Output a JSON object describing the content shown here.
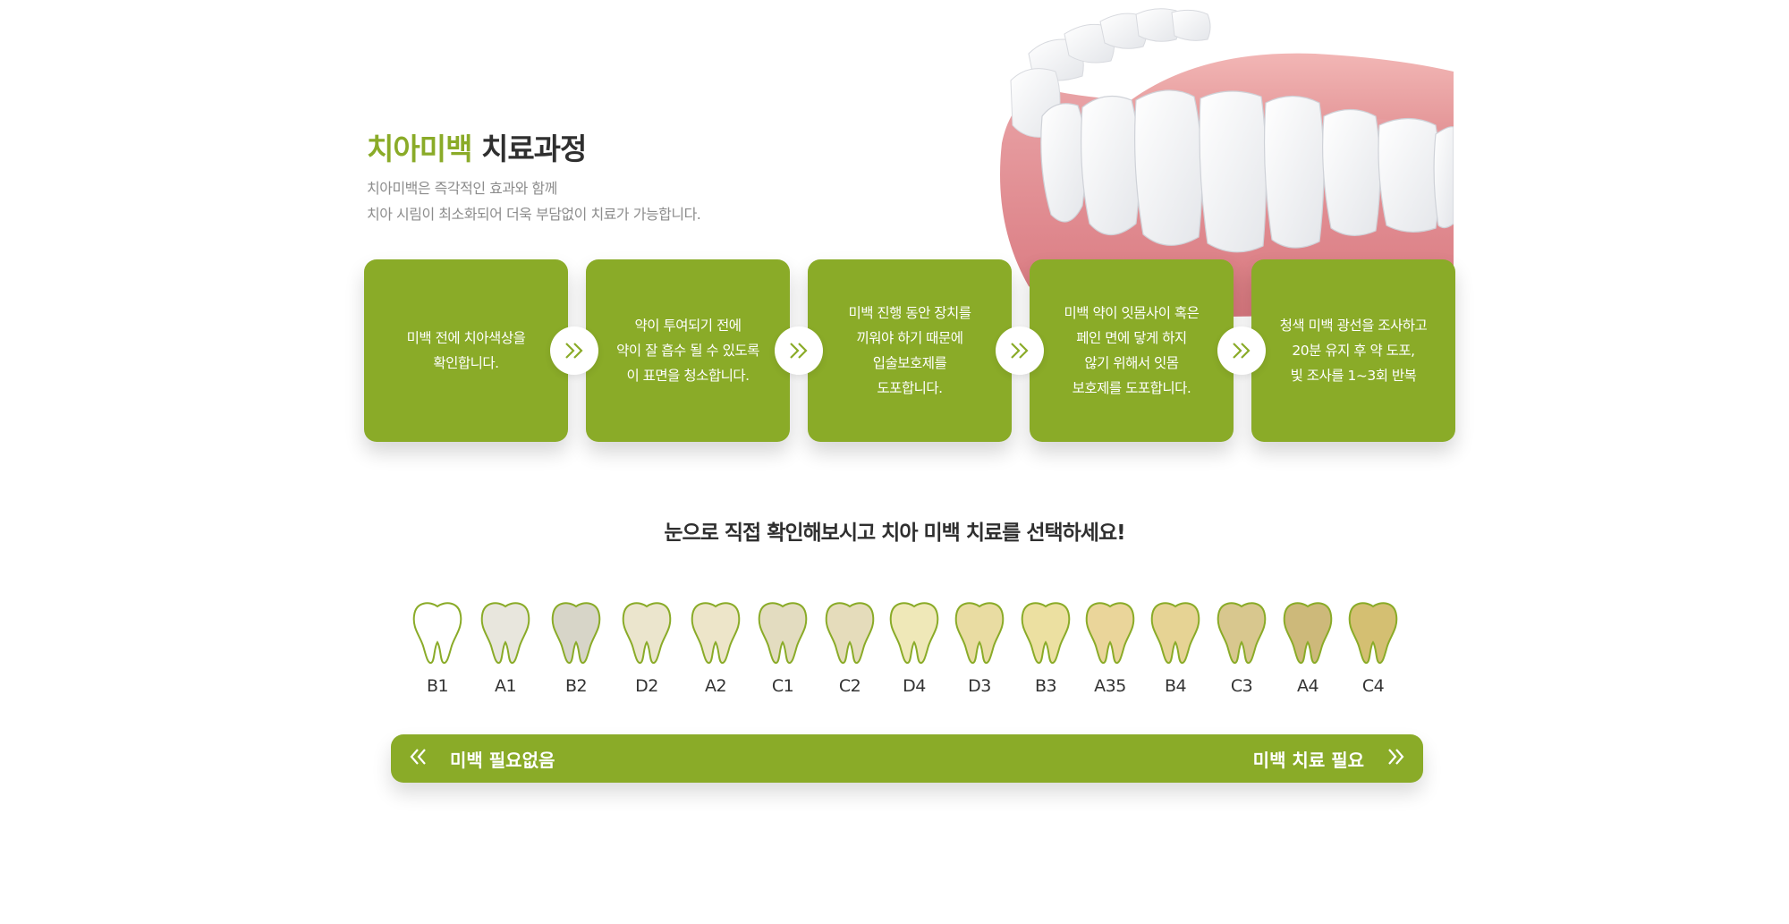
{
  "header": {
    "title_accent": "치아미백",
    "title_rest": "치료과정",
    "description_line1": "치아미백은 즉각적인 효과와 함께",
    "description_line2": "치아 시림이 최소화되어 더욱 부담없이 치료가 가능합니다."
  },
  "illustration": {
    "icon": "teeth-model-illustration"
  },
  "steps": [
    {
      "text": "미백 전에 치아색상을\n확인합니다."
    },
    {
      "text": "약이 투여되기 전에\n약이 잘 흡수 될 수 있도록\n이 표면을 청소합니다."
    },
    {
      "text": "미백 진행 동안 장치를\n끼워야 하기 때문에\n입술보호제를\n도포합니다."
    },
    {
      "text": "미백 약이 잇몸사이 혹은\n페인 면에 닿게 하지\n않기 위해서 잇몸\n보호제를 도포합니다."
    },
    {
      "text": "청색 미백 광선을 조사하고\n20분 유지 후 약 도포,\n빛 조사를 1~3회 반복"
    }
  ],
  "step_arrow_icon": "double-chevron-right-icon",
  "subheading": "눈으로 직접 확인해보시고 치아 미백 치료를 선택하세요!",
  "shades": [
    {
      "label": "B1",
      "color": "#ffffff"
    },
    {
      "label": "A1",
      "color": "#e8e6dd"
    },
    {
      "label": "B2",
      "color": "#d7d5c8"
    },
    {
      "label": "D2",
      "color": "#ebe5cd"
    },
    {
      "label": "A2",
      "color": "#ede5c9"
    },
    {
      "label": "C1",
      "color": "#e3dcc0"
    },
    {
      "label": "C2",
      "color": "#e5dcbb"
    },
    {
      "label": "D4",
      "color": "#efe8b8"
    },
    {
      "label": "D3",
      "color": "#e9dca2"
    },
    {
      "label": "B3",
      "color": "#ece0a1"
    },
    {
      "label": "A35",
      "color": "#ead59a"
    },
    {
      "label": "B4",
      "color": "#e6d394"
    },
    {
      "label": "C3",
      "color": "#d8c78e"
    },
    {
      "label": "A4",
      "color": "#cdb97a"
    },
    {
      "label": "C4",
      "color": "#d4bf72"
    }
  ],
  "shade_outline_color": "#8aab28",
  "bar": {
    "left_label": "미백 필요없음",
    "right_label": "미백 치료 필요",
    "left_icon": "double-chevron-left-icon",
    "right_icon": "double-chevron-right-icon",
    "color": "#8aab28"
  }
}
